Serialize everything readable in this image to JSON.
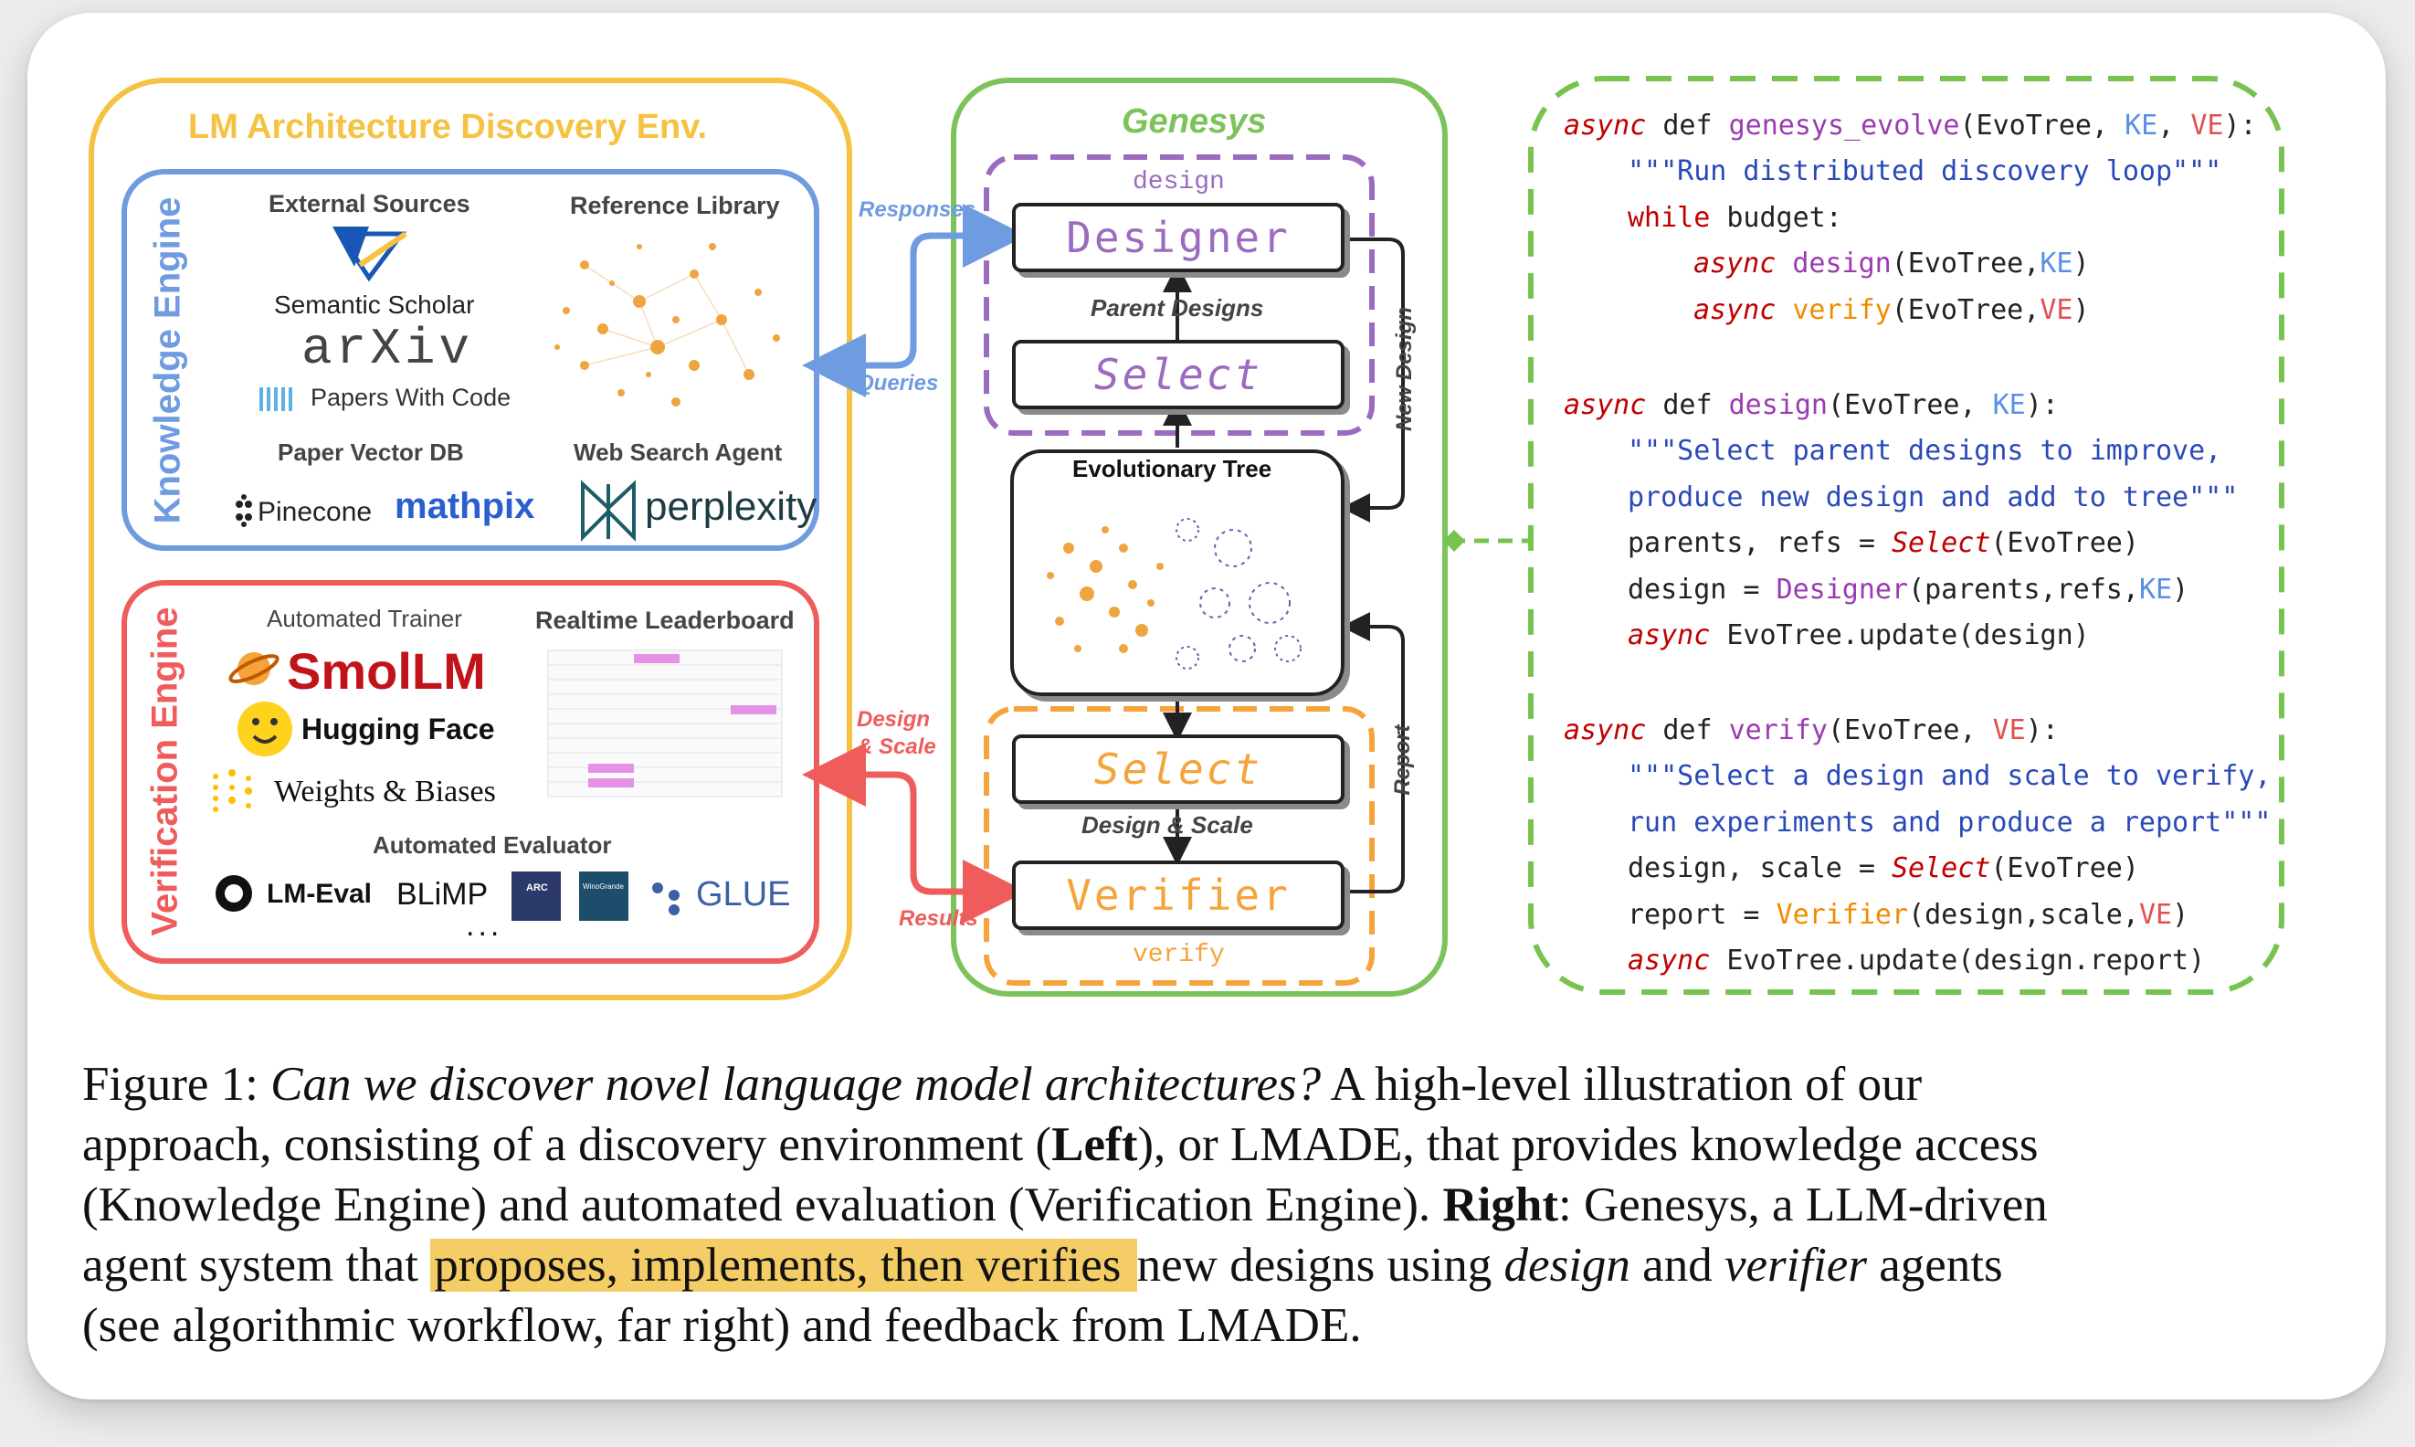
{
  "env": {
    "title": "LM Architecture Discovery Env.",
    "knowledge_engine": {
      "title": "Knowledge Engine",
      "external_sources": "External Sources",
      "reference_library": "Reference Library",
      "semantic_scholar": "Semantic Scholar",
      "arxiv": "arXiv",
      "papers_with_code": "Papers With Code",
      "paper_vector_db": "Paper Vector DB",
      "web_search_agent": "Web Search Agent",
      "pinecone": "Pinecone",
      "mathpix": "mathpix",
      "perplexity": "perplexity"
    },
    "verification_engine": {
      "title": "Verification Engine",
      "automated_trainer": "Automated Trainer",
      "realtime_leaderboard": "Realtime Leaderboard",
      "smollm": "SmolLM",
      "hugging_face": "Hugging Face",
      "weights_biases": "Weights & Biases",
      "automated_evaluator": "Automated Evaluator",
      "lm_eval": "LM-Eval",
      "blimp": "BLiMP",
      "arc": "ARC",
      "winogrande": "WinoGrande",
      "glue": "GLUE",
      "more": "..."
    }
  },
  "genesys": {
    "title": "Genesys",
    "design_label": "design",
    "designer": "Designer",
    "parent_designs": "Parent Designs",
    "select_top": "Select",
    "evolutionary_tree": "Evolutionary Tree",
    "select_bottom": "Select",
    "design_scale": "Design & Scale",
    "verifier": "Verifier",
    "verify_label": "verify",
    "new_design": "New Design",
    "report": "Report"
  },
  "arrows": {
    "responses": "Responses",
    "queries": "Queries",
    "design_scale_1": "Design",
    "design_scale_2": "& Scale",
    "results": "Results"
  },
  "code": {
    "l1_kw": "async",
    "l1_a": " def ",
    "l1_fn": "genesys_evolve",
    "l1_b": "(EvoTree, ",
    "l1_ke": "KE",
    "l1_c": ", ",
    "l1_ve": "VE",
    "l1_d": "):",
    "l2": "\"\"\"Run distributed discovery loop\"\"\"",
    "l3_kw": "while",
    "l3_a": " budget:",
    "l4_kw": "async",
    "l4_sp": " ",
    "l4_fn": "design",
    "l4_a": "(EvoTree,",
    "l4_ke": "KE",
    "l4_b": ")",
    "l5_kw": "async",
    "l5_sp": " ",
    "l5_fn": "verify",
    "l5_a": "(EvoTree,",
    "l5_ve": "VE",
    "l5_b": ")",
    "l6_kw": "async",
    "l6_a": " def ",
    "l6_fn": "design",
    "l6_b": "(EvoTree, ",
    "l6_ke": "KE",
    "l6_c": "):",
    "l7": "\"\"\"Select parent designs to improve,",
    "l8": "produce new design and add to tree\"\"\"",
    "l9_a": "parents, refs = ",
    "l9_fn": "Select",
    "l9_b": "(EvoTree)",
    "l10_a": "design = ",
    "l10_fn": "Designer",
    "l10_b": "(parents,refs,",
    "l10_ke": "KE",
    "l10_c": ")",
    "l11_kw": "async",
    "l11_a": " EvoTree.update(design)",
    "l12_kw": "async",
    "l12_a": " def ",
    "l12_fn": "verify",
    "l12_b": "(EvoTree, ",
    "l12_ve": "VE",
    "l12_c": "):",
    "l13": "\"\"\"Select a design and scale to verify,",
    "l14": "run experiments and produce a report\"\"\"",
    "l15_a": "design, scale = ",
    "l15_fn": "Select",
    "l15_b": "(EvoTree)",
    "l16_a": "report = ",
    "l16_fn": "Verifier",
    "l16_b": "(design,scale,",
    "l16_ve": "VE",
    "l16_c": ")",
    "l17_kw": "async",
    "l17_a": " EvoTree.update(design.report)"
  },
  "caption": {
    "r1_a": "Figure 1: ",
    "r1_it": "Can we discover novel language model architectures?",
    "r1_b": "  A high-level illustration of our",
    "r2_a": "approach, consisting of a discovery environment (",
    "r2_bold": "Left",
    "r2_b": "), or LMADE, that provides knowledge access",
    "r3_a": "(Knowledge Engine) and automated evaluation (Verification Engine). ",
    "r3_bold": "Right",
    "r3_b": ": Genesys, a LLM-driven",
    "r4_a": "agent system that ",
    "r4_hl": "proposes, implements, then verifies ",
    "r4_b": "new designs using ",
    "r4_it1": "design",
    "r4_c": " and ",
    "r4_it2": "verifier",
    "r4_d": " agents",
    "r5": "(see algorithmic workflow, far right) and feedback from LMADE."
  },
  "colors": {
    "env_border": "#f5c242",
    "knowledge": "#6f9be0",
    "verification": "#ee5c5c",
    "genesys": "#7cc35b",
    "design": "#9b6bc0",
    "verify": "#f5a33a",
    "code_border": "#77c34f"
  }
}
